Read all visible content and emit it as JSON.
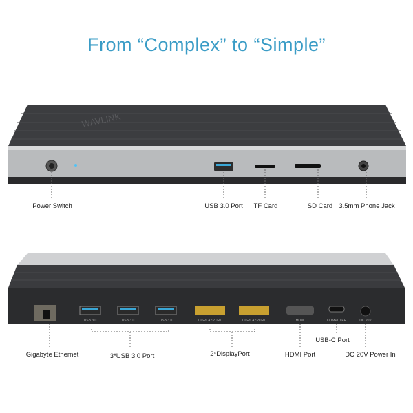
{
  "title": "From “Complex” to “Simple”",
  "brand": "WAVLINK",
  "front_labels": {
    "power_switch": "Power Switch",
    "usb": "USB 3.0 Port",
    "tf": "TF Card",
    "sd": "SD Card",
    "jack": "3.5mm Phone Jack"
  },
  "rear_port_text": {
    "usb1": "USB 3.0",
    "usb2": "USB 3.0",
    "usb3": "USB 3.0",
    "dp1": "DISPLAYPORT",
    "dp2": "DISPLAYPORT",
    "hdmi": "HDMI",
    "computer": "COMPUTER",
    "dc": "DC 20V"
  },
  "rear_labels": {
    "ethernet": "Gigabyte Ethernet",
    "usb": "3*USB 3.0 Port",
    "dp": "2*DisplayPort",
    "hdmi": "HDMI Port",
    "usbc": "USB-C Port",
    "dc": "DC 20V Power In"
  },
  "colors": {
    "title": "#3a9cc6",
    "usb_blue": "#3aa7d6",
    "dp_gold": "#c8a030"
  }
}
